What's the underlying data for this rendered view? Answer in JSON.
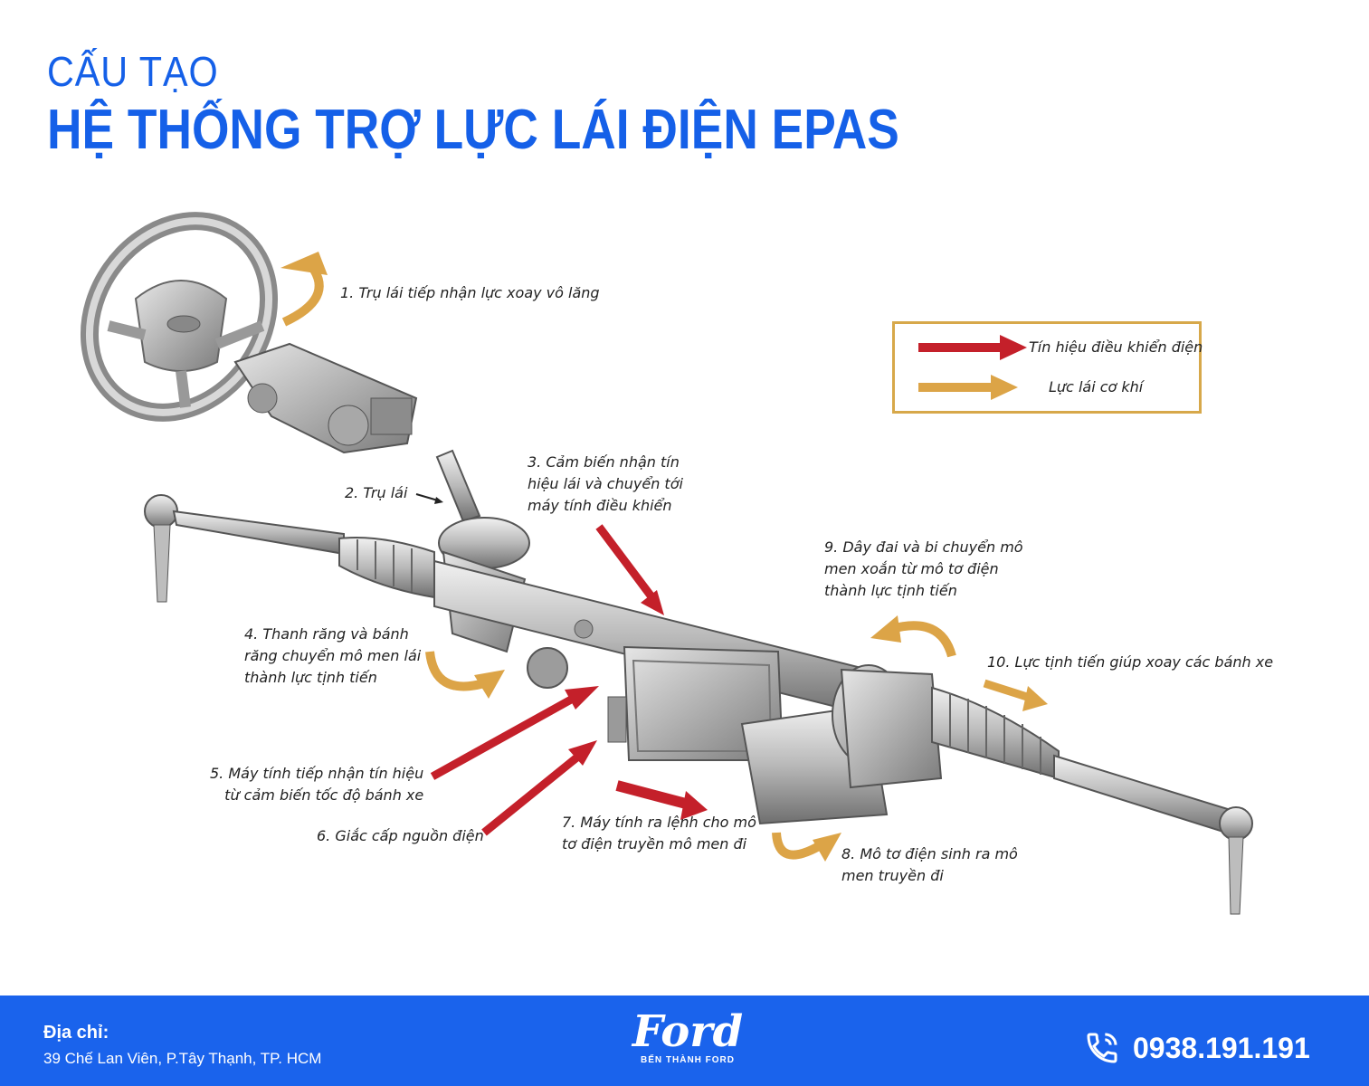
{
  "header": {
    "subtitle": "CẤU TẠO",
    "title": "HỆ THỐNG TRỢ LỰC LÁI ĐIỆN EPAS"
  },
  "legend": {
    "electric_signal": "Tín hiệu điều khiển điện",
    "mechanical_force": "Lực lái cơ khí"
  },
  "labels": {
    "l1": "1. Trụ lái tiếp nhận lực xoay vô lăng",
    "l2": "2. Trụ lái",
    "l3": [
      "3. Cảm biến nhận tín",
      "hiệu lái và chuyển tới",
      "máy tính điều khiển"
    ],
    "l4": [
      "4. Thanh răng và bánh",
      "răng chuyển mô men lái",
      "thành lực tịnh tiến"
    ],
    "l5": [
      "5. Máy tính tiếp nhận tín hiệu",
      "từ cảm biến tốc độ bánh xe"
    ],
    "l6": "6. Giắc cấp nguồn điện",
    "l7": [
      "7. Máy tính ra lệnh cho mô",
      "tơ điện truyền mô men đi"
    ],
    "l8": [
      "8. Mô tơ điện sinh ra mô",
      "men truyền đi"
    ],
    "l9": [
      "9. Dây đai và bi chuyển mô",
      "men xoắn từ mô tơ điện",
      "thành lực tịnh tiến"
    ],
    "l10": "10. Lực tịnh tiến giúp xoay các bánh xe"
  },
  "colors": {
    "brand_blue": "#1a63ec",
    "electric_arrow": "#c4202a",
    "mechanical_arrow": "#dca447"
  },
  "footer": {
    "address_label": "Địa chỉ:",
    "address": "39 Chế Lan Viên, P.Tây Thạnh, TP. HCM",
    "logo_text": "Ford",
    "logo_subtitle": "BẾN THÀNH FORD",
    "phone": "0938.191.191",
    "phone_icon": "phone-icon"
  }
}
